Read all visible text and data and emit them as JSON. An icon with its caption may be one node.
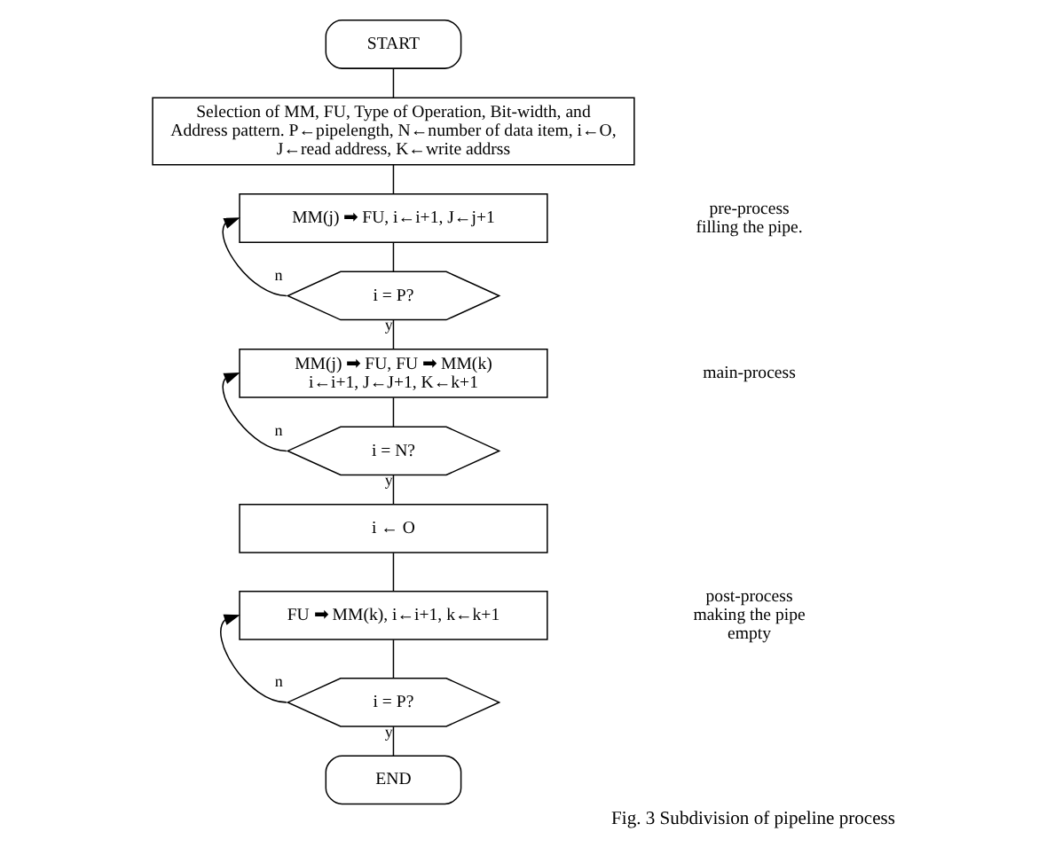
{
  "diagram": {
    "caption": "Fig. 3 Subdivision of pipeline process",
    "nodes": [
      {
        "text": [
          "START"
        ]
      },
      {
        "text": [
          "Selection of MM, FU, Type of Operation, Bit-width, and Address pattern. P←pipelength, N←number of data item, i←O, J←read address, K←write addrss"
        ]
      },
      {
        "text": [
          "MM(j) ➡ FU, i←i+1, J←j+1"
        ]
      },
      {
        "text": [
          "i = P?"
        ]
      },
      {
        "text": [
          "MM(j) ➡ FU, FU ➡ MM(k) i←i+1, J←J+1, K←k+1"
        ]
      },
      {
        "text": [
          "i = N?"
        ]
      },
      {
        "text": [
          "i ← O"
        ]
      },
      {
        "text": [
          "FU ➡ MM(k), i←i+1, k←k+1"
        ]
      },
      {
        "text": [
          "i = P?"
        ]
      },
      {
        "text": [
          "END"
        ]
      }
    ],
    "edges": [
      {
        "from": 0,
        "to": 1,
        "arrow": "none"
      },
      {
        "from": 1,
        "to": 2,
        "arrow": "none"
      },
      {
        "from": 2,
        "to": 3,
        "arrow": "none"
      },
      {
        "from": 3,
        "to": 2,
        "arrow": "to",
        "label": "n"
      },
      {
        "from": 3,
        "to": 4,
        "arrow": "none",
        "label": "y"
      },
      {
        "from": 4,
        "to": 5,
        "arrow": "none"
      },
      {
        "from": 5,
        "to": 4,
        "arrow": "to",
        "label": "n"
      },
      {
        "from": 5,
        "to": 6,
        "arrow": "none",
        "label": "y"
      },
      {
        "from": 6,
        "to": 7,
        "arrow": "none"
      },
      {
        "from": 7,
        "to": 8,
        "arrow": "none"
      },
      {
        "from": 8,
        "to": 7,
        "arrow": "to",
        "label": "n"
      },
      {
        "from": 8,
        "to": 9,
        "arrow": "none",
        "label": "y"
      }
    ],
    "labels": [
      "pre-process filling the pipe.",
      "main-process",
      "post-process making the pipe empty"
    ]
  }
}
